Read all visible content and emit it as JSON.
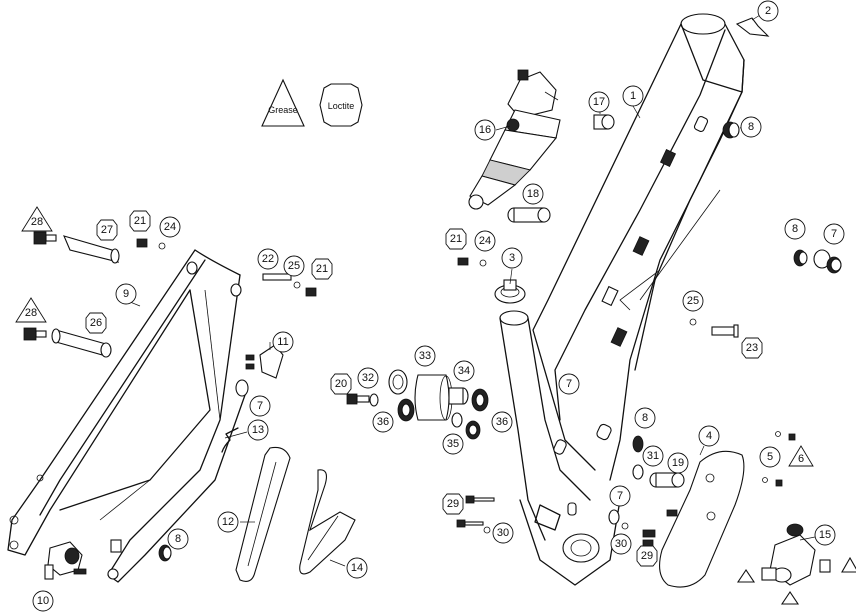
{
  "legend": {
    "grease_label": "Grease",
    "loctite_label": "Loctite"
  },
  "callouts": {
    "c1": "1",
    "c2": "2",
    "c3": "3",
    "c4": "4",
    "c5": "5",
    "c6": "6",
    "c7a": "7",
    "c7b": "7",
    "c7c": "7",
    "c7d": "7",
    "c8a": "8",
    "c8b": "8",
    "c8c": "8",
    "c8d": "8",
    "c9": "9",
    "c10": "10",
    "c11": "11",
    "c12": "12",
    "c13": "13",
    "c14": "14",
    "c15": "15",
    "c16": "16",
    "c17": "17",
    "c18": "18",
    "c19": "19",
    "c20": "20",
    "c21a": "21",
    "c21b": "21",
    "c21c": "21",
    "c22": "22",
    "c23": "23",
    "c24a": "24",
    "c24b": "24",
    "c25a": "25",
    "c25b": "25",
    "c26": "26",
    "c27": "27",
    "c28a": "28",
    "c28b": "28",
    "c29a": "29",
    "c29b": "29",
    "c30a": "30",
    "c30b": "30",
    "c31": "31",
    "c32": "32",
    "c33": "33",
    "c34": "34",
    "c35": "35",
    "c36a": "36",
    "c36b": "36"
  }
}
